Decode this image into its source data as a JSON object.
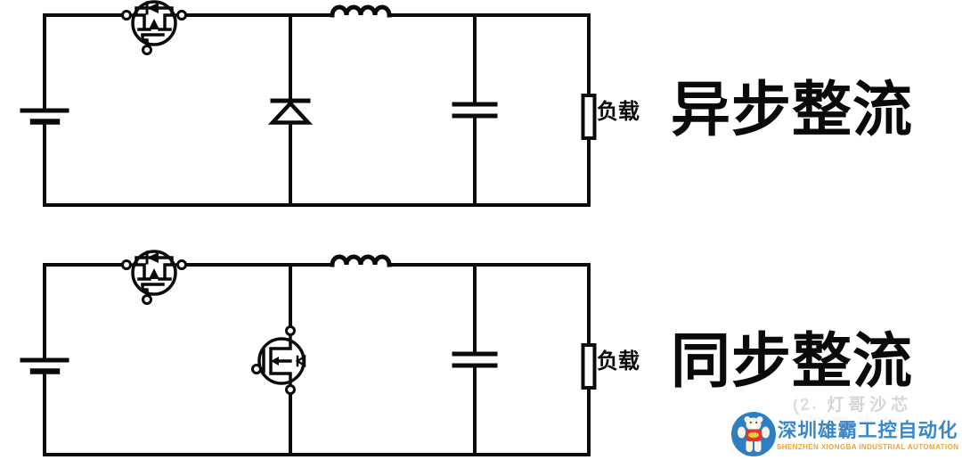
{
  "circuits": [
    {
      "name": "asynchronous-rectification",
      "title": "异步整流",
      "load_label": "负载",
      "rectifier_element": "freewheeling-diode",
      "components": [
        "battery",
        "high-side-mosfet-with-body-diode",
        "freewheeling-diode",
        "inductor",
        "output-capacitor",
        "load-resistor"
      ]
    },
    {
      "name": "synchronous-rectification",
      "title": "同步整流",
      "load_label": "负载",
      "rectifier_element": "low-side-mosfet",
      "components": [
        "battery",
        "high-side-mosfet-with-body-diode",
        "low-side-mosfet-with-body-diode",
        "inductor",
        "output-capacitor",
        "load-resistor"
      ]
    }
  ],
  "watermark": {
    "prefix": "(2.",
    "text": "灯哥沙芯"
  },
  "footer_logo": {
    "company_zh": "深圳雄霸工控自动化",
    "company_en": "SHENZHEN XIONGBA INDUSTRIAL AUTOMATION"
  },
  "colors": {
    "circuit_stroke": "#0a0a0a",
    "logo_badge": "#2d7fc2",
    "logo_zh_text": "#3987c9",
    "logo_en_text": "#f0a235",
    "watermark_text": "#b9bcbe",
    "background": "#ffffff"
  }
}
